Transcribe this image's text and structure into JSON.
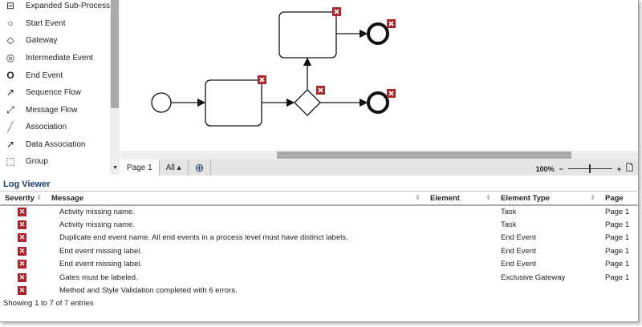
{
  "palette": {
    "items": [
      {
        "label": "Expanded Sub-Process",
        "icon": "expanded-subprocess-icon"
      },
      {
        "label": "Start Event",
        "icon": "start-event-icon"
      },
      {
        "label": "Gateway",
        "icon": "gateway-icon"
      },
      {
        "label": "Intermediate Event",
        "icon": "intermediate-event-icon"
      },
      {
        "label": "End Event",
        "icon": "end-event-icon"
      },
      {
        "label": "Sequence Flow",
        "icon": "sequence-flow-icon"
      },
      {
        "label": "Message Flow",
        "icon": "message-flow-icon"
      },
      {
        "label": "Association",
        "icon": "association-icon"
      },
      {
        "label": "Data Association",
        "icon": "data-association-icon"
      },
      {
        "label": "Group",
        "icon": "group-icon"
      }
    ]
  },
  "tabs": {
    "page1": "Page 1",
    "all": "All ▴",
    "add": "⊕"
  },
  "zoom": {
    "level": "100%",
    "minus": "−",
    "plus": "+"
  },
  "log": {
    "title": "Log Viewer",
    "columns": [
      "Severity",
      "Message",
      "Element",
      "Element Type",
      "Page"
    ],
    "rows": [
      {
        "message": "Activity missing name.",
        "element": "",
        "type": "Task",
        "page": "Page 1"
      },
      {
        "message": "Activity missing name.",
        "element": "",
        "type": "Task",
        "page": "Page 1"
      },
      {
        "message": "Duplicate end event name. All end events in a process level must have distinct labels.",
        "element": "",
        "type": "End Event",
        "page": "Page 1"
      },
      {
        "message": "End event missing label.",
        "element": "",
        "type": "End Event",
        "page": "Page 1"
      },
      {
        "message": "End event missing label.",
        "element": "",
        "type": "End Event",
        "page": "Page 1"
      },
      {
        "message": "Gates must be labeled.",
        "element": "",
        "type": "Exclusive Gateway",
        "page": "Page 1"
      },
      {
        "message": "Method and Style Validation completed with 6 errors.",
        "element": "",
        "type": "",
        "page": ""
      }
    ],
    "footer": "Showing 1 to 7 of 7 entries"
  },
  "colors": {
    "error": "#a8262b",
    "title": "#1a3d6e"
  }
}
